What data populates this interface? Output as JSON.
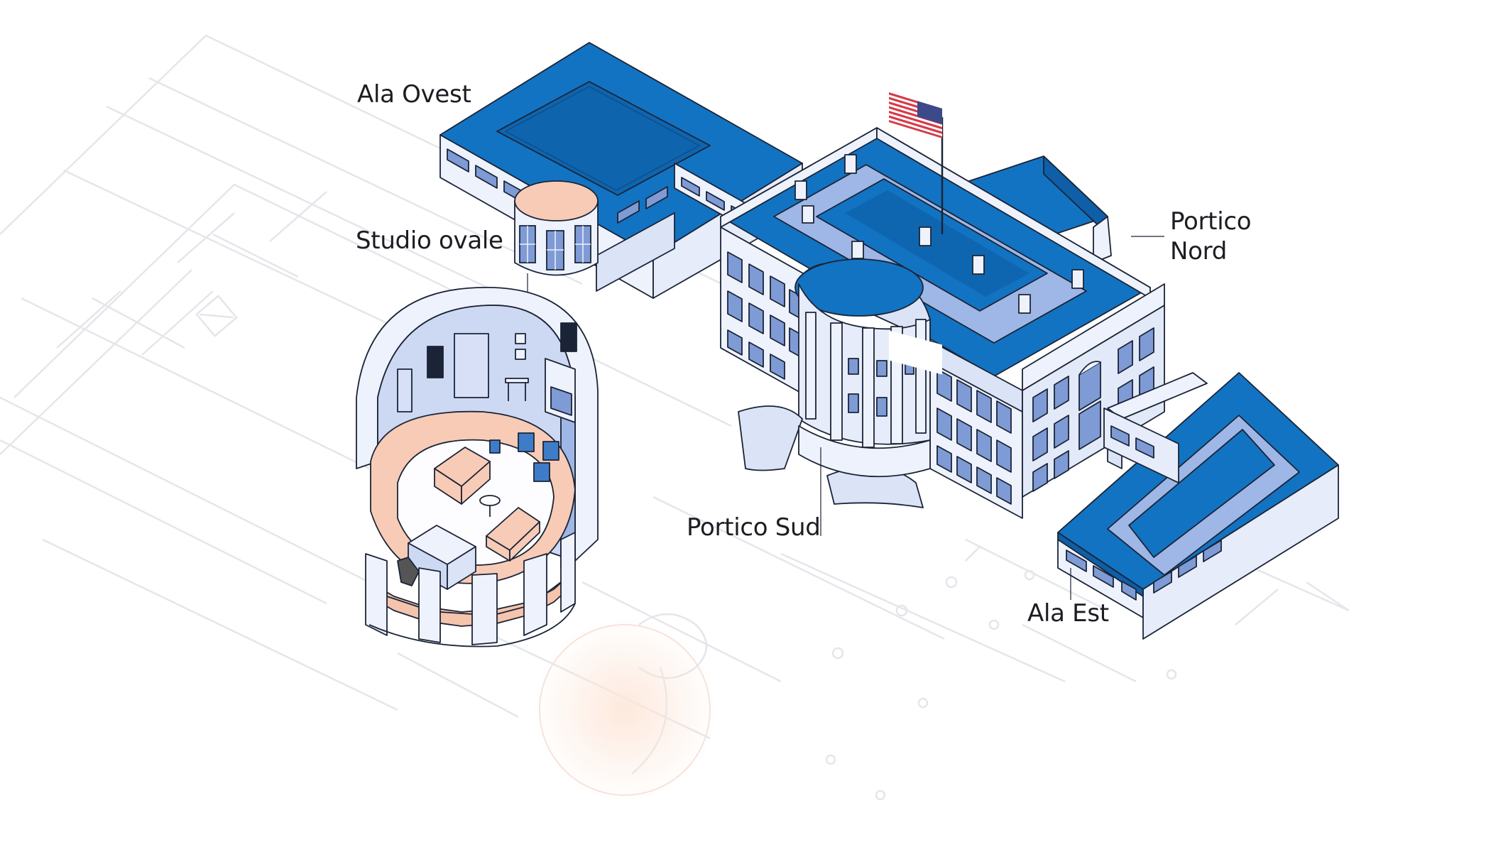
{
  "labels": {
    "west_wing": "Ala Ovest",
    "oval_office": "Studio ovale",
    "north_portico_line1": "Portico",
    "north_portico_line2": "Nord",
    "south_portico": "Portico Sud",
    "east_wing": "Ala Est"
  },
  "colors": {
    "roof_blue": "#1273c2",
    "roof_dark": "#0e5ea8",
    "roof_light": "#9fb7e6",
    "wall_light": "#eef2fc",
    "wall_mid": "#dbe3f7",
    "window_blue": "#7f9bd6",
    "floor_peach": "#f7cbb6",
    "floor_peach_light": "#fde9de",
    "blueprint_line": "#e6e8ec",
    "outline": "#1b2436"
  },
  "icons": [
    "us-flag-icon",
    "chimney-icon"
  ]
}
